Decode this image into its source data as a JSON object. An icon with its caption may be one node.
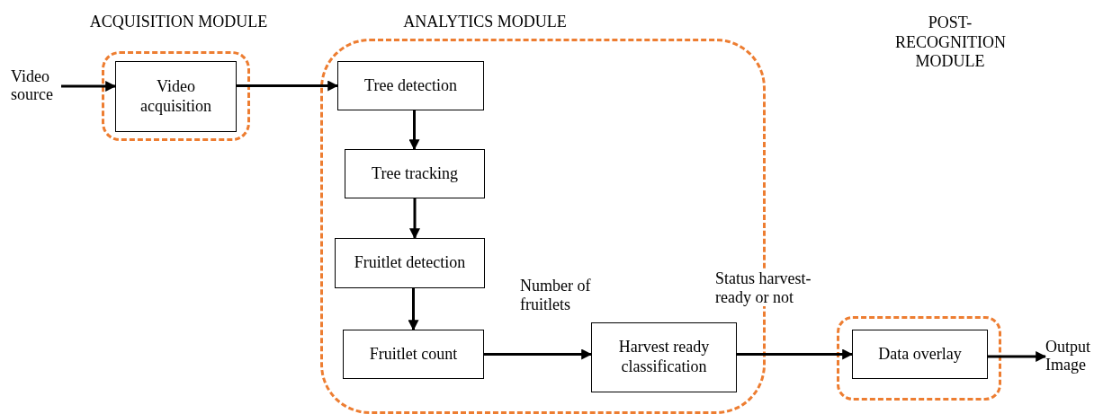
{
  "diagram": {
    "nodes": [
      {
        "text": [
          "ACQUISITION MODULE"
        ]
      },
      {
        "text": [
          "Video acquisition"
        ],
        "in": 0
      },
      {
        "text": [
          "ANALYTICS MODULE"
        ]
      },
      {
        "text": [
          "Tree detection"
        ],
        "in": 2
      },
      {
        "text": [
          "Tree tracking"
        ],
        "in": 2
      },
      {
        "text": [
          "Fruitlet detection"
        ],
        "in": 2
      },
      {
        "text": [
          "Fruitlet count"
        ],
        "in": 2
      },
      {
        "text": [
          "Harvest ready classification"
        ],
        "in": 2
      },
      {
        "text": [],
        "shape": "box"
      },
      {
        "text": [
          "Data overlay"
        ],
        "in": 8
      },
      {
        "text": [
          "Video source"
        ]
      },
      {
        "text": [
          "Output Image"
        ]
      }
    ],
    "edges": [
      {
        "from": 10,
        "to": 1,
        "arrow": "to"
      },
      {
        "from": 1,
        "to": 3,
        "arrow": "to"
      },
      {
        "from": 3,
        "to": 4,
        "arrow": "to"
      },
      {
        "from": 4,
        "to": 5,
        "arrow": "to"
      },
      {
        "from": 5,
        "to": 6,
        "arrow": "to"
      },
      {
        "from": 6,
        "to": 7,
        "label": "Number of fruitlets",
        "arrow": "to"
      },
      {
        "from": 7,
        "to": 9,
        "label": "Status harvest-ready or not",
        "arrow": "to"
      },
      {
        "from": 9,
        "to": 11,
        "arrow": "to"
      }
    ],
    "labels": [
      "POST-RECOGNITION MODULE"
    ]
  }
}
